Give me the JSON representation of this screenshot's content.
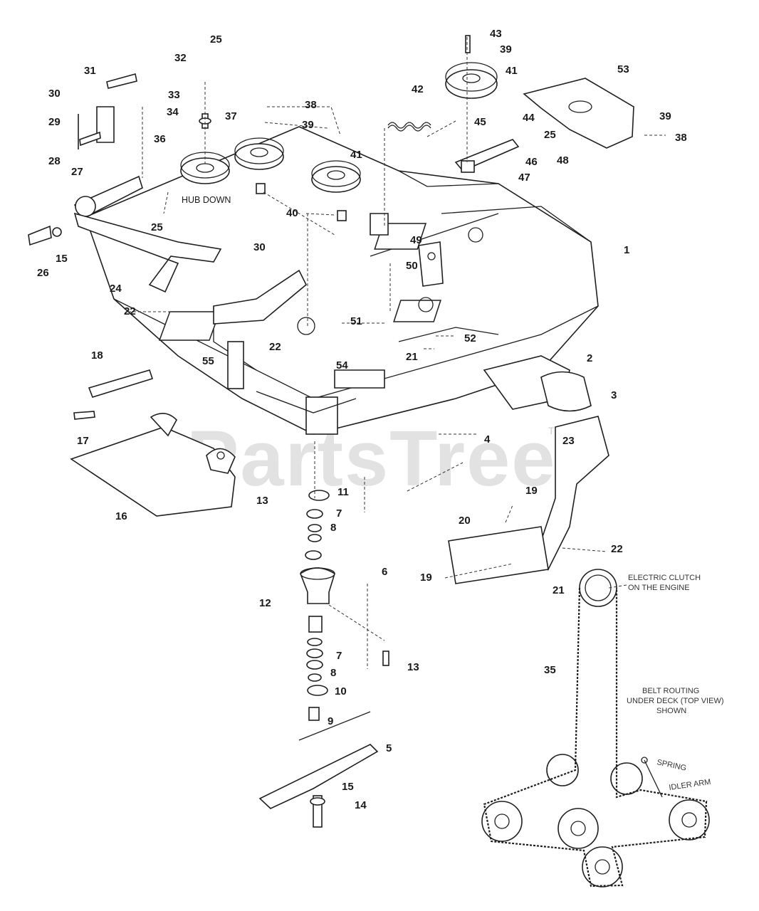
{
  "diagram": {
    "watermark": "PartsTree",
    "watermark_tm": "TM",
    "notes": {
      "hub_down": "HUB DOWN",
      "engine_clutch_1": "ELECTRIC CLUTCH",
      "engine_clutch_2": "ON THE ENGINE",
      "belt_routing_1": "BELT ROUTING",
      "belt_routing_2": "UNDER DECK (TOP VIEW)",
      "belt_routing_3": "SHOWN",
      "spring": "SPRING",
      "idler_arm": "IDLER ARM"
    },
    "callouts": [
      {
        "id": "c43",
        "label": "43"
      },
      {
        "id": "c39a",
        "label": "39"
      },
      {
        "id": "c41a",
        "label": "41"
      },
      {
        "id": "c53",
        "label": "53"
      },
      {
        "id": "c25a",
        "label": "25"
      },
      {
        "id": "c32",
        "label": "32"
      },
      {
        "id": "c31",
        "label": "31"
      },
      {
        "id": "c30a",
        "label": "30"
      },
      {
        "id": "c33",
        "label": "33"
      },
      {
        "id": "c34",
        "label": "34"
      },
      {
        "id": "c29",
        "label": "29"
      },
      {
        "id": "c38a",
        "label": "38"
      },
      {
        "id": "c39b",
        "label": "39"
      },
      {
        "id": "c42",
        "label": "42"
      },
      {
        "id": "c37",
        "label": "37"
      },
      {
        "id": "c36",
        "label": "36"
      },
      {
        "id": "c28",
        "label": "28"
      },
      {
        "id": "c27",
        "label": "27"
      },
      {
        "id": "c41b",
        "label": "41"
      },
      {
        "id": "c45",
        "label": "45"
      },
      {
        "id": "c44",
        "label": "44"
      },
      {
        "id": "c25b",
        "label": "25"
      },
      {
        "id": "c46",
        "label": "46"
      },
      {
        "id": "c48",
        "label": "48"
      },
      {
        "id": "c39c",
        "label": "39"
      },
      {
        "id": "c38b",
        "label": "38"
      },
      {
        "id": "c47",
        "label": "47"
      },
      {
        "id": "c40",
        "label": "40"
      },
      {
        "id": "c25c",
        "label": "25"
      },
      {
        "id": "c26",
        "label": "26"
      },
      {
        "id": "c15a",
        "label": "15"
      },
      {
        "id": "c24",
        "label": "24"
      },
      {
        "id": "c30b",
        "label": "30"
      },
      {
        "id": "c49",
        "label": "49"
      },
      {
        "id": "c50",
        "label": "50"
      },
      {
        "id": "c1",
        "label": "1"
      },
      {
        "id": "c22a",
        "label": "22"
      },
      {
        "id": "c51",
        "label": "51"
      },
      {
        "id": "c52",
        "label": "52"
      },
      {
        "id": "c22b",
        "label": "22"
      },
      {
        "id": "c21a",
        "label": "21"
      },
      {
        "id": "c55",
        "label": "55"
      },
      {
        "id": "c54",
        "label": "54"
      },
      {
        "id": "c18",
        "label": "18"
      },
      {
        "id": "c2",
        "label": "2"
      },
      {
        "id": "c3",
        "label": "3"
      },
      {
        "id": "c17",
        "label": "17"
      },
      {
        "id": "c4",
        "label": "4"
      },
      {
        "id": "c23",
        "label": "23"
      },
      {
        "id": "c13a",
        "label": "13"
      },
      {
        "id": "c11",
        "label": "11"
      },
      {
        "id": "c19a",
        "label": "19"
      },
      {
        "id": "c16",
        "label": "16"
      },
      {
        "id": "c7a",
        "label": "7"
      },
      {
        "id": "c8a",
        "label": "8"
      },
      {
        "id": "c20",
        "label": "20"
      },
      {
        "id": "c22c",
        "label": "22"
      },
      {
        "id": "c6",
        "label": "6"
      },
      {
        "id": "c19b",
        "label": "19"
      },
      {
        "id": "c21b",
        "label": "21"
      },
      {
        "id": "c12",
        "label": "12"
      },
      {
        "id": "c7b",
        "label": "7"
      },
      {
        "id": "c13b",
        "label": "13"
      },
      {
        "id": "c8b",
        "label": "8"
      },
      {
        "id": "c35",
        "label": "35"
      },
      {
        "id": "c10",
        "label": "10"
      },
      {
        "id": "c9",
        "label": "9"
      },
      {
        "id": "c5",
        "label": "5"
      },
      {
        "id": "c15b",
        "label": "15"
      },
      {
        "id": "c14",
        "label": "14"
      }
    ]
  }
}
